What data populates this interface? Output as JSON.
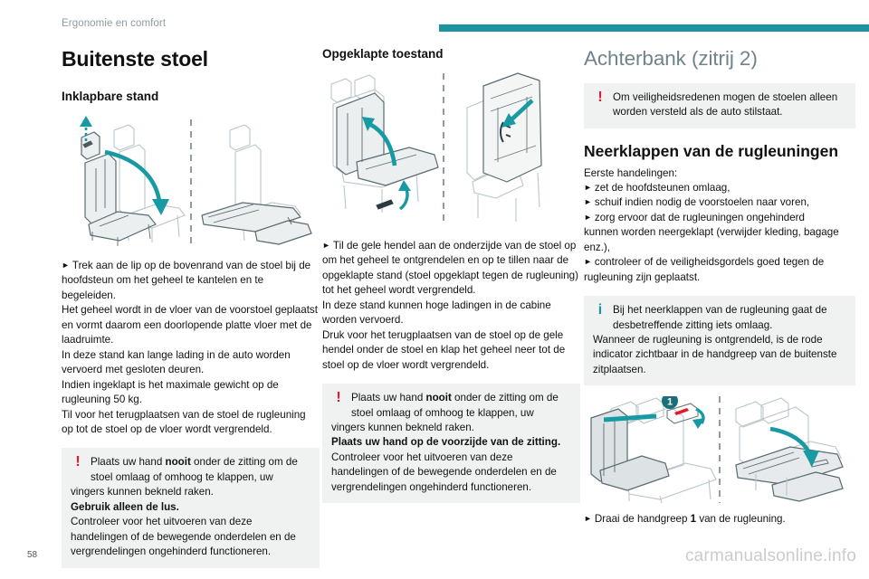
{
  "header": {
    "running_head": "Ergonomie en comfort",
    "rule_color": "#1b94a0"
  },
  "colors": {
    "accent_teal": "#1b94a0",
    "warning_red": "#e8152b",
    "section_title": "#70838c",
    "callout_bg": "#f0f2f2"
  },
  "column_left": {
    "chapter_title": "Buitenste stoel",
    "sub_title": "Inklapbare stand",
    "figure_name": "seat-folding-diagram",
    "bullet_1": "Trek aan de lip op de bovenrand van de stoel bij de hoofdsteun om het geheel te kantelen en te begeleiden.",
    "para_1": "Het geheel wordt in de vloer van de voorstoel geplaatst en vormt daarom een doorlopende platte vloer met de laadruimte.",
    "para_2": "In deze stand kan lange lading in de auto worden vervoerd met gesloten deuren.",
    "para_3": "Indien ingeklapt is het maximale gewicht op de rugleuning 50 kg.",
    "para_4": "Til voor het terugplaatsen van de stoel de rugleuning op tot de stoel op de vloer wordt vergrendeld.",
    "callout": {
      "icon": "warning-exclamation-icon",
      "lead_a": "Plaats uw hand ",
      "lead_b": "nooit",
      "lead_c": " onder de zitting om de stoel omlaag of omhoog te klappen, uw",
      "rest_1": "vingers kunnen bekneld raken.",
      "rest_bold": "Gebruik alleen de lus.",
      "rest_2": "Controleer voor het uitvoeren van deze handelingen of de bewegende onderdelen en de vergrendelingen ongehinderd functioneren."
    }
  },
  "column_middle": {
    "sub_title": "Opgeklapte toestand",
    "figure_name": "seat-folded-up-diagram",
    "bullet_1": "Til de gele hendel aan de onderzijde van de stoel op om het geheel te ontgrendelen en op te tillen naar de opgeklapte stand (stoel opgeklapt tegen de rugleuning) tot het geheel wordt vergrendeld.",
    "para_1": "In deze stand kunnen hoge ladingen in de cabine worden vervoerd.",
    "para_2": "Druk voor het terugplaatsen van de stoel op de gele hendel onder de stoel en klap het geheel neer tot de stoel op de vloer wordt vergrendeld.",
    "callout": {
      "icon": "warning-exclamation-icon",
      "lead_a": "Plaats uw hand ",
      "lead_b": "nooit",
      "lead_c": " onder de zitting om de stoel omlaag of omhoog te klappen, uw",
      "rest_1": "vingers kunnen bekneld raken.",
      "rest_bold": "Plaats uw hand op de voorzijde van de zitting.",
      "rest_2": "Controleer voor het uitvoeren van deze handelingen of de bewegende onderdelen en de vergrendelingen ongehinderd functioneren."
    }
  },
  "column_right": {
    "section_title": "Achterbank (zitrij 2)",
    "callout_top": {
      "icon": "warning-exclamation-icon",
      "text": "Om veiligheidsredenen mogen de stoelen alleen worden versteld als de auto stilstaat."
    },
    "block_title": "Neerklappen van de rugleuningen",
    "intro": "Eerste handelingen:",
    "bullets": [
      "zet de hoofdsteunen omlaag,",
      "schuif indien nodig de voorstoelen naar voren,",
      "zorg ervoor dat de rugleuningen ongehinderd"
    ],
    "bullet_3_cont": "kunnen worden neergeklapt (verwijder kleding, bagage enz.),",
    "bullet_4": "controleer of de veiligheidsgordels goed tegen de",
    "bullet_4_cont": "rugleuning zijn geplaatst.",
    "callout_info": {
      "icon": "info-i-icon",
      "lead": "Bij het neerklappen van de rugleuning gaat de desbetreffende zitting iets omlaag.",
      "rest": "Wanneer de rugleuning is ontgrendeld, is de rode indicator zichtbaar in de handgreep van de buitenste zitplaatsen."
    },
    "figure_name": "rear-bench-fold-diagram",
    "figure_callout_number": "1",
    "final_bullet_a": "Draai de handgreep ",
    "final_bullet_b": "1",
    "final_bullet_c": " van de rugleuning."
  },
  "footer": {
    "page_number": "58",
    "watermark": "carmanualsonline.info"
  }
}
